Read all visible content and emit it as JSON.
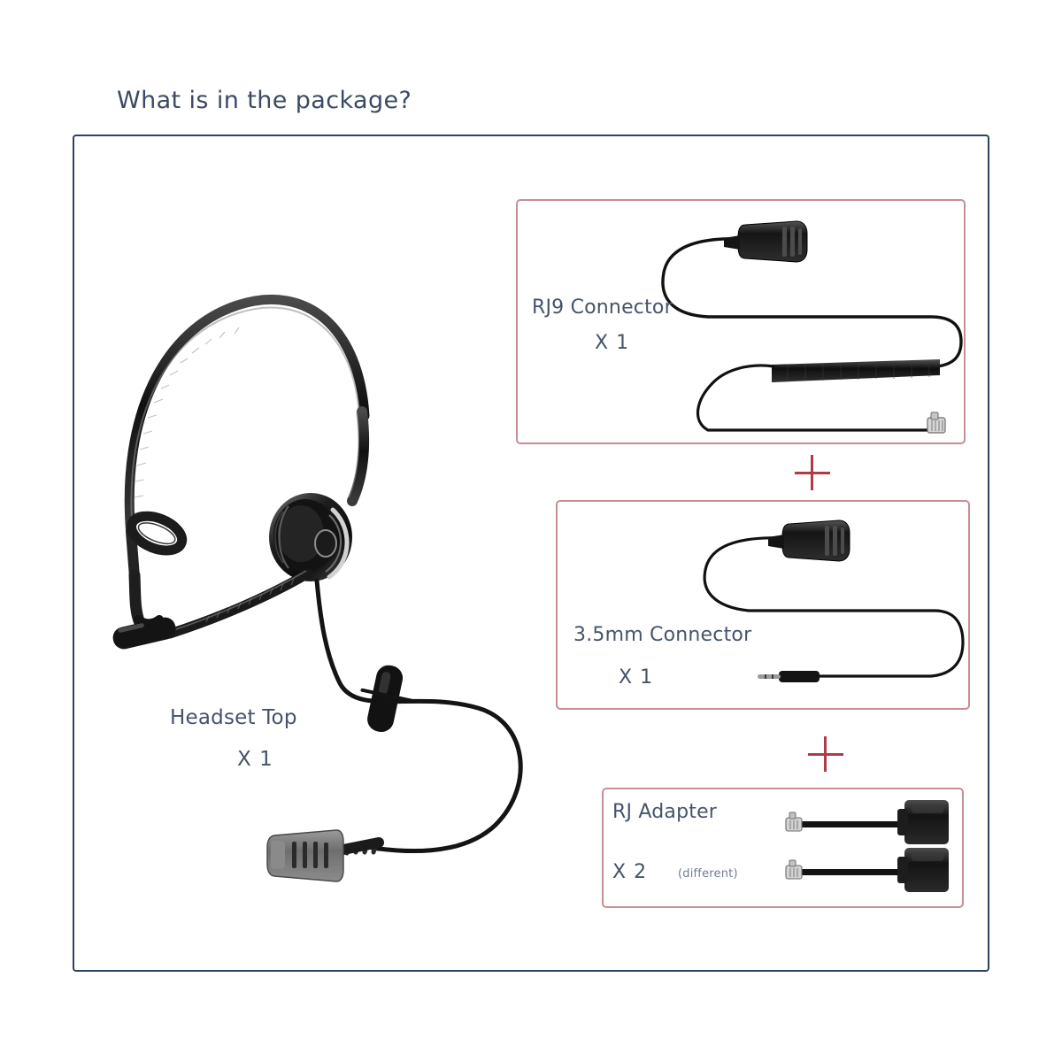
{
  "page": {
    "title": "What is in the package?",
    "background_color": "#ffffff"
  },
  "frame": {
    "border_color": "#2e4260"
  },
  "colors": {
    "title_text": "#3b4a63",
    "label_text": "#46536b",
    "note_text": "#707d92",
    "box_border": "#c58f95",
    "plus_sign": "#b03a45",
    "product_dark": "#1a1a1a",
    "product_gray": "#5a5a5a"
  },
  "items": [
    {
      "id": "headset-top",
      "name": "Headset Top",
      "quantity": "X 1",
      "note": "",
      "boxed": false,
      "illustration": "mono-headset-with-boom-mic-and-quick-disconnect-cable"
    },
    {
      "id": "rj9-connector",
      "name": "RJ9 Connector",
      "quantity": "X 1",
      "note": "",
      "boxed": true,
      "illustration": "coiled-rj9-cable-with-quick-disconnect-plug"
    },
    {
      "id": "3-5mm-connector",
      "name": "3.5mm Connector",
      "quantity": "X 1",
      "note": "",
      "boxed": true,
      "illustration": "straight-3-5mm-jack-cable-with-quick-disconnect-plug"
    },
    {
      "id": "rj-adapter",
      "name": "RJ Adapter",
      "quantity": "X 2",
      "note": "(different)",
      "boxed": true,
      "illustration": "two-rj-adapter-dongles"
    }
  ],
  "separators": [
    {
      "id": "plus-1",
      "symbol": "+"
    },
    {
      "id": "plus-2",
      "symbol": "+"
    }
  ]
}
